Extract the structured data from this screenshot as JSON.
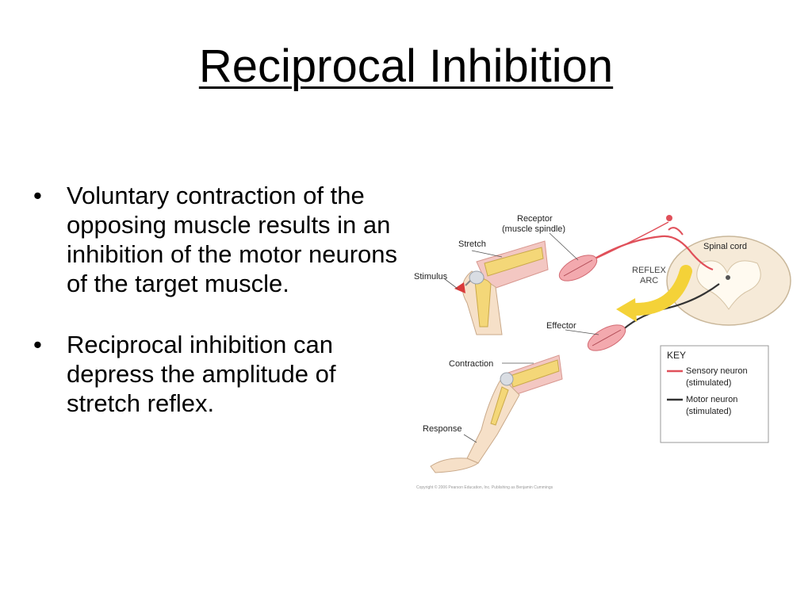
{
  "title": "Reciprocal Inhibition",
  "bullets": [
    "Voluntary contraction of the opposing muscle results in an inhibition of the motor neurons of the target muscle.",
    "Reciprocal inhibition can depress the amplitude of stretch reflex."
  ],
  "diagram": {
    "labels": {
      "receptor": "Receptor",
      "receptor_sub": "(muscle spindle)",
      "stretch": "Stretch",
      "stimulus": "Stimulus",
      "spinal_cord": "Spinal  cord",
      "reflex": "REFLEX",
      "arc": "ARC",
      "effector": "Effector",
      "contraction": "Contraction",
      "response": "Response",
      "copyright": "Copyright © 2006 Pearson Education, Inc.  Publishing as Benjamin Cummings"
    },
    "key": {
      "title": "KEY",
      "sensory_1": "Sensory neuron",
      "sensory_2": "(stimulated)",
      "motor_1": "Motor neuron",
      "motor_2": "(stimulated)",
      "sensory_color": "#e0505a",
      "motor_color": "#333333"
    }
  }
}
